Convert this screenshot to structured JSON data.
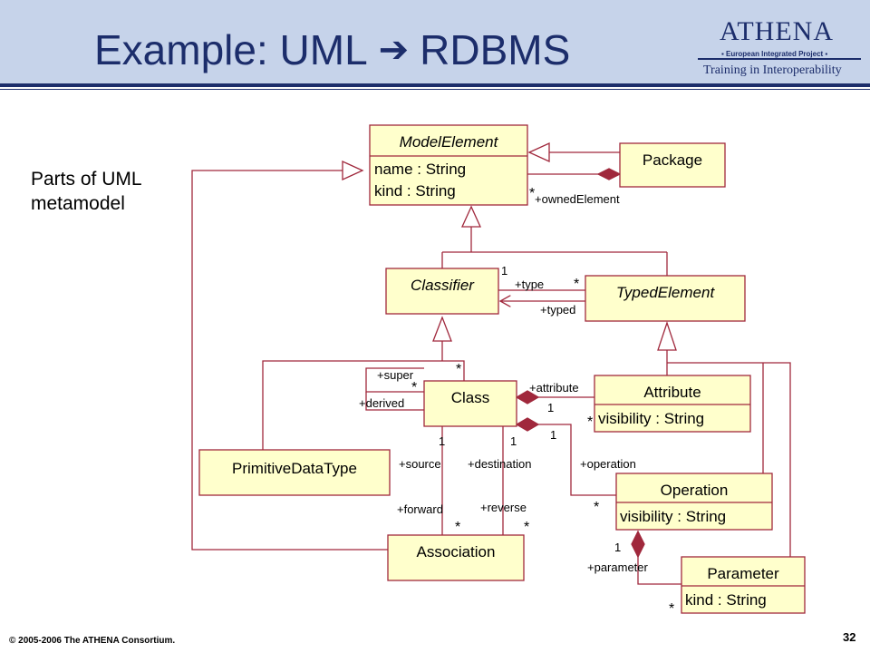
{
  "title": {
    "part1": "Example: UML",
    "arrow": "➔",
    "part2": "RDBMS"
  },
  "logo": {
    "name": "ATHENA",
    "subtitle": "▪ European Integrated Project ▪",
    "tagline": "Training in Interoperability"
  },
  "intro_text": "Parts of UML\nmetamodel",
  "classes": {
    "model_element": {
      "name": "ModelElement",
      "attr1": "name : String",
      "attr2": "kind : String"
    },
    "package": {
      "name": "Package"
    },
    "classifier": {
      "name": "Classifier"
    },
    "typed_element": {
      "name": "TypedElement"
    },
    "class": {
      "name": "Class"
    },
    "attribute": {
      "name": "Attribute",
      "attr1": "visibility : String"
    },
    "primitive": {
      "name": "PrimitiveDataType"
    },
    "operation": {
      "name": "Operation",
      "attr1": "visibility : String"
    },
    "association": {
      "name": "Association"
    },
    "parameter": {
      "name": "Parameter",
      "attr1": "kind : String"
    }
  },
  "labels": {
    "owned_element": "+ownedElement",
    "owned_mult": "*",
    "type": "+type",
    "type_mult_one": "1",
    "type_mult_many": "*",
    "typed": "+typed",
    "super": "+super",
    "derived": "+derived",
    "super_mult": "*",
    "derived_mult": "*",
    "attribute": "+attribute",
    "attribute_one": "1",
    "attribute_many": "*",
    "operation_one": "1",
    "operation": "+operation",
    "operation_many": "*",
    "source_one": "1",
    "destination_one": "1",
    "source": "+source",
    "destination": "+destination",
    "forward": "+forward",
    "reverse": "+reverse",
    "forward_many": "*",
    "reverse_many": "*",
    "parameter_one": "1",
    "parameter": "+parameter",
    "parameter_many": "*"
  },
  "footer": {
    "copyright": "© 2005-2006 The ATHENA Consortium.",
    "page": "32"
  },
  "colors": {
    "header": "#c6d3ea",
    "title": "#1c2d6b",
    "box_fill": "#ffffcc",
    "box_border": "#a0283c",
    "line": "#a0283c",
    "diamond": "#a0283c"
  }
}
